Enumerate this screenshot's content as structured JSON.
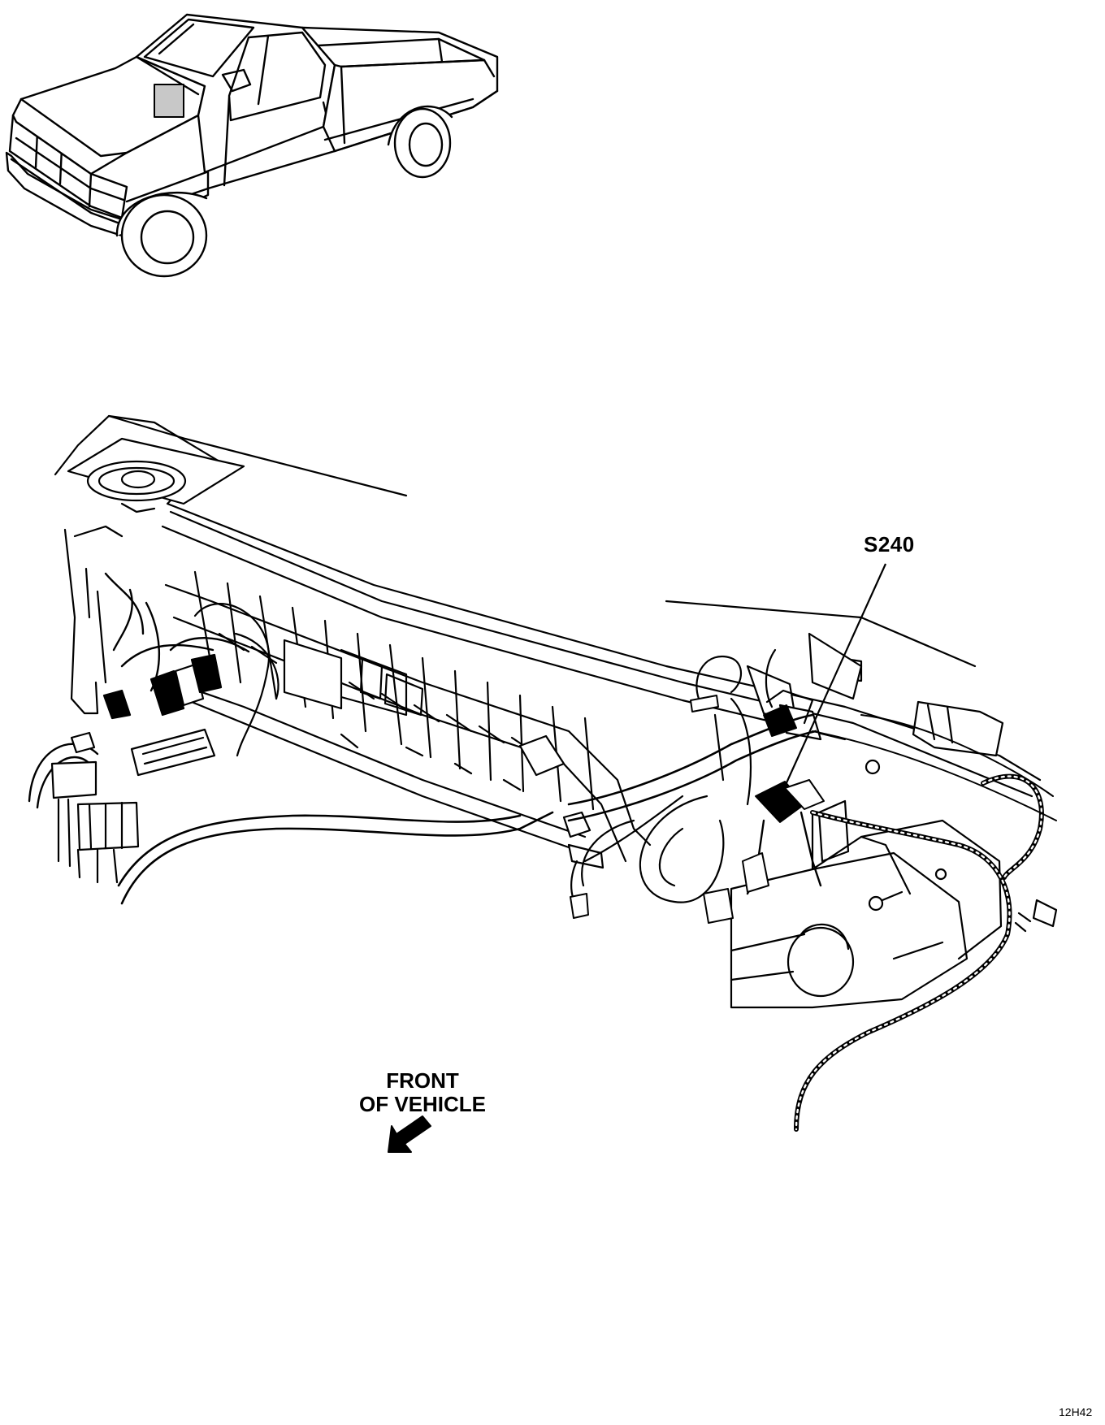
{
  "diagram": {
    "callouts": {
      "splice": "S240"
    },
    "direction": {
      "line1": "FRONT",
      "line2": "OF VEHICLE",
      "icon": "arrow-down-left-icon"
    },
    "figure_id": "12H42"
  },
  "colors": {
    "ink": "#000000",
    "paper": "#ffffff",
    "location_marker": "#c8c8c8"
  },
  "icons": {
    "truck": "pickup-truck-icon",
    "arrow": "arrow-down-left-icon"
  }
}
